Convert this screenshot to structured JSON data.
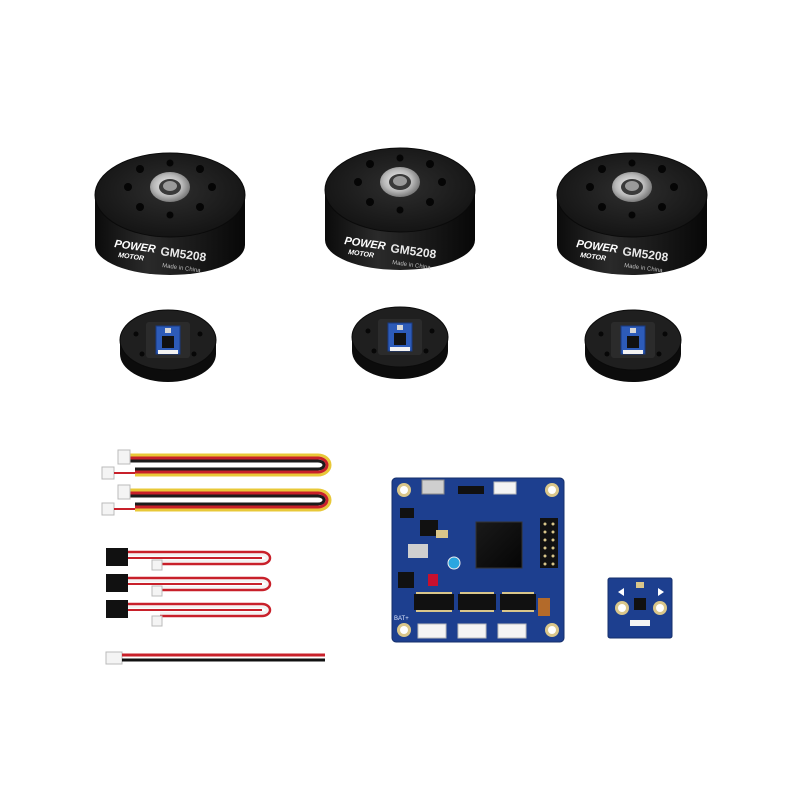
{
  "motors": [
    {
      "model": "GM5208",
      "brand_top": "POWER",
      "brand_bottom": "MOTOR",
      "made_in": "Made in China"
    },
    {
      "model": "GM5208",
      "brand_top": "POWER",
      "brand_bottom": "MOTOR",
      "made_in": "Made in China"
    },
    {
      "model": "GM5208",
      "brand_top": "POWER",
      "brand_bottom": "MOTOR",
      "made_in": "Made in China"
    }
  ],
  "board": {
    "bat_label": "BAT+"
  },
  "colors": {
    "motor_body": "#151515",
    "pcb_blue": "#1d3f8f",
    "wire_red": "#c8202a",
    "wire_yellow": "#e8c838",
    "wire_white": "#f2f2f2",
    "connector_white": "#f4f4f4"
  }
}
